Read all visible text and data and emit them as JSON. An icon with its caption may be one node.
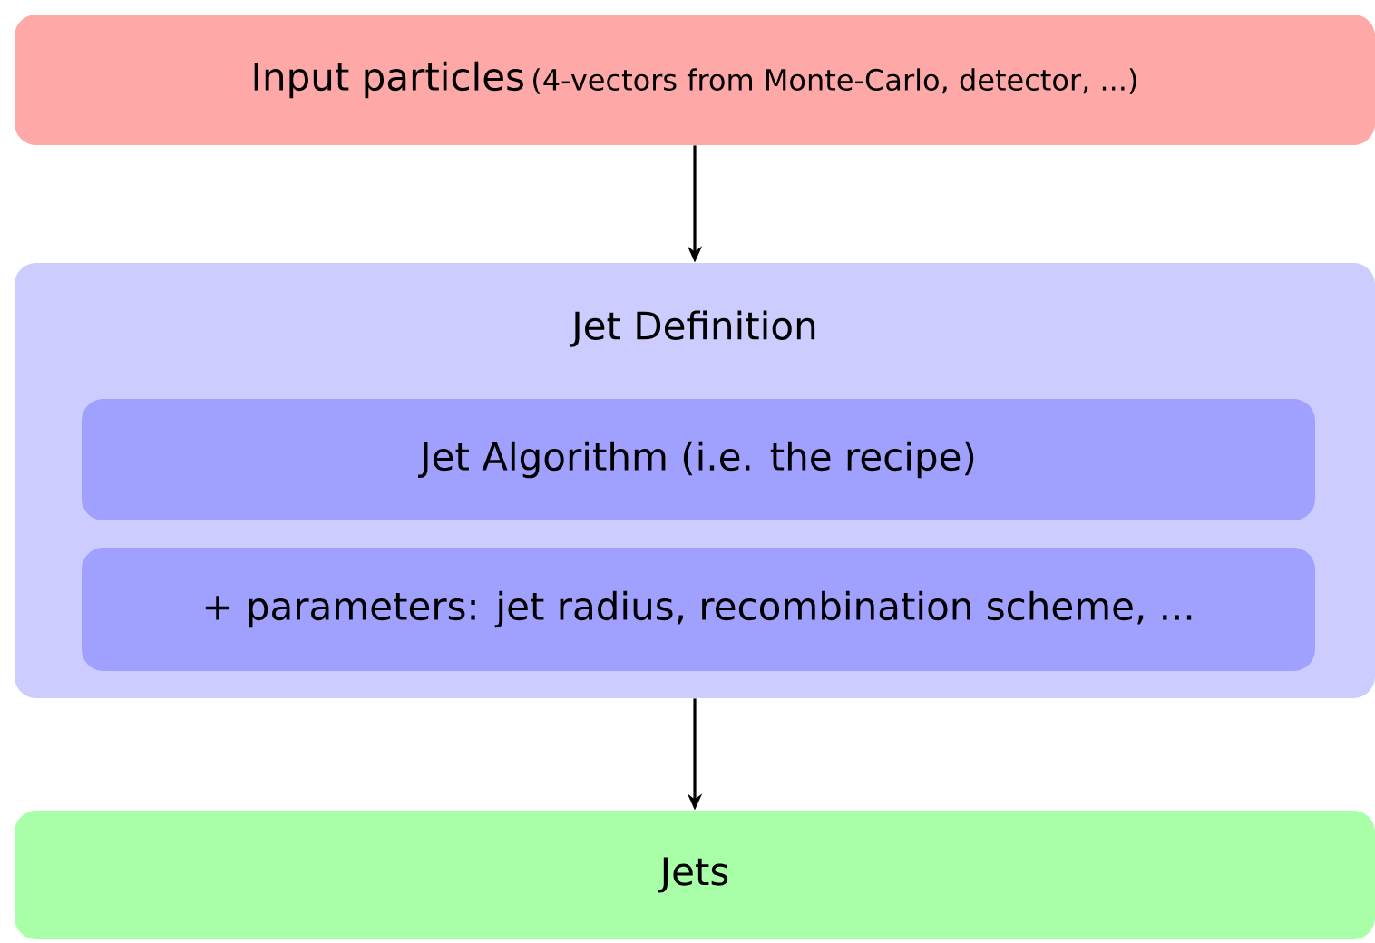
{
  "diagram": {
    "nodes": [
      {
        "text": [
          "Input particles",
          "(4-vectors from Monte-Carlo, detector, ...)"
        ]
      },
      {
        "text": [
          "Jet Definition"
        ]
      },
      {
        "text": [
          "Jet Algorithm (i.e. the recipe)"
        ],
        "in": 1
      },
      {
        "text": [
          "+ parameters: jet radius, recombination scheme, ..."
        ],
        "in": 1
      },
      {
        "text": [
          "Jets"
        ]
      }
    ],
    "edges": [
      {
        "from": 0,
        "to": 1,
        "arrow": "to"
      },
      {
        "from": 1,
        "to": 4,
        "arrow": "to"
      }
    ]
  }
}
